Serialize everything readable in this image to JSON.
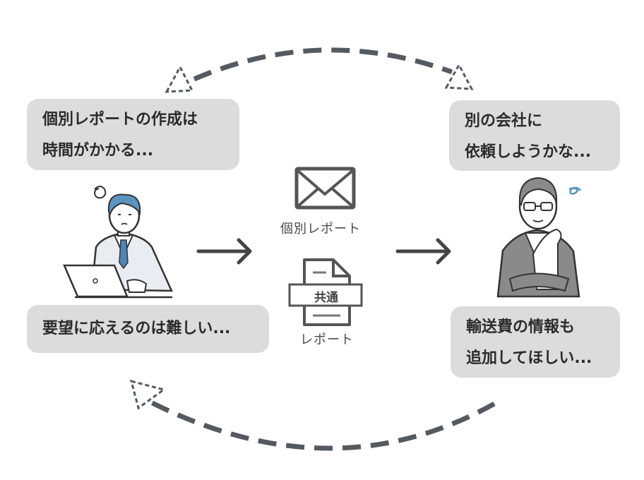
{
  "bubbles": {
    "left_top": [
      "個別レポートの作成は",
      "時間がかかる..."
    ],
    "right_top": [
      "別の会社に",
      "依頼しようかな..."
    ],
    "left_bottom": [
      "要望に応えるのは難しい..."
    ],
    "right_bottom": [
      "輸送費の情報も",
      "追加してほしい..."
    ]
  },
  "center": {
    "individual_report_caption": "個別レポート",
    "common_label": "共通",
    "common_report_caption": "レポート"
  },
  "icons": [
    "worker-at-laptop-icon",
    "worried-manager-icon",
    "envelope-icon",
    "document-icon",
    "right-arrow-icon",
    "cycle-arrow-icon"
  ],
  "colors": {
    "bubble_fill": "#dcdcdc",
    "text": "#2b2b2b",
    "dash": "#555a60",
    "tie_blue": "#4d86b6",
    "hair_blue": "#5a95c2",
    "manager_suit": "#8a8a8a"
  }
}
